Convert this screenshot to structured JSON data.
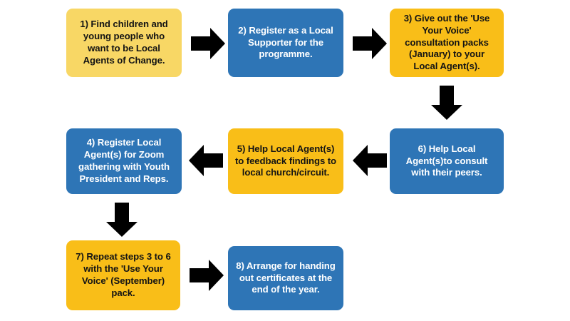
{
  "diagram": {
    "title": "Local Agents of Change process flowchart",
    "background_color": "#ffffff",
    "palette": {
      "yellow_light": "#f8d765",
      "gold": "#f9be18",
      "blue": "#2e75b6",
      "arrow_black": "#000000",
      "text_dark": "#141414",
      "text_light": "#ffffff"
    },
    "steps": [
      {
        "id": "step-1",
        "number": "1",
        "text": "1) Find children and young people who want to be Local Agents of Change.",
        "fill": "#f8d765",
        "style_class": "fill-yellow-light",
        "row": 1,
        "column": 1
      },
      {
        "id": "step-2",
        "number": "2",
        "text": "2) Register as a Local Supporter for the programme.",
        "fill": "#2e75b6",
        "style_class": "fill-blue",
        "row": 1,
        "column": 2
      },
      {
        "id": "step-3",
        "number": "3",
        "text": "3) Give out the 'Use Your Voice' consultation packs (January) to your Local Agent(s).",
        "fill": "#f9be18",
        "style_class": "fill-gold",
        "row": 1,
        "column": 3
      },
      {
        "id": "step-4",
        "number": "4",
        "text": "4) Register Local Agent(s) for Zoom gathering with Youth President and Reps.",
        "fill": "#2e75b6",
        "style_class": "fill-blue",
        "row": 2,
        "column": 1
      },
      {
        "id": "step-5",
        "number": "5",
        "text": "5) Help Local Agent(s) to feedback findings to local church/circuit.",
        "fill": "#f9be18",
        "style_class": "fill-gold",
        "row": 2,
        "column": 2
      },
      {
        "id": "step-6",
        "number": "6",
        "text": "6) Help Local Agent(s)to consult with their peers.",
        "fill": "#2e75b6",
        "style_class": "fill-blue",
        "row": 2,
        "column": 3
      },
      {
        "id": "step-7",
        "number": "7",
        "text": "7) Repeat steps 3 to 6 with the 'Use Your Voice' (September) pack.",
        "fill": "#f9be18",
        "style_class": "fill-gold",
        "row": 3,
        "column": 1
      },
      {
        "id": "step-8",
        "number": "8",
        "text": "8) Arrange for handing out certificates at the end of the year.",
        "fill": "#2e75b6",
        "style_class": "fill-blue",
        "row": 3,
        "column": 2
      }
    ],
    "connectors": [
      {
        "id": "arrow-1-to-2",
        "direction": "right",
        "from": "step-1",
        "to": "step-2",
        "color": "#000000"
      },
      {
        "id": "arrow-2-to-3",
        "direction": "right",
        "from": "step-2",
        "to": "step-3",
        "color": "#000000"
      },
      {
        "id": "arrow-3-to-6",
        "direction": "down",
        "from": "step-3",
        "to": "step-6",
        "color": "#000000"
      },
      {
        "id": "arrow-6-to-5",
        "direction": "left",
        "from": "step-6",
        "to": "step-5",
        "color": "#000000"
      },
      {
        "id": "arrow-5-to-4",
        "direction": "left",
        "from": "step-5",
        "to": "step-4",
        "color": "#000000"
      },
      {
        "id": "arrow-4-to-7",
        "direction": "down",
        "from": "step-4",
        "to": "step-7",
        "color": "#000000"
      },
      {
        "id": "arrow-7-to-8",
        "direction": "right",
        "from": "step-7",
        "to": "step-8",
        "color": "#000000"
      }
    ]
  }
}
